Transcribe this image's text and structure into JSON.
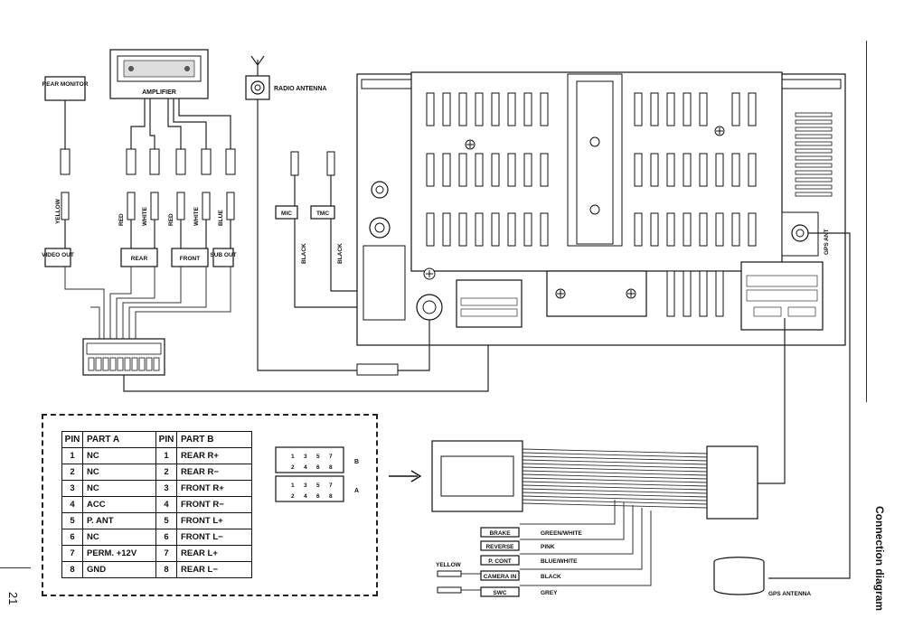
{
  "labels": {
    "rear_monitor": "REAR MONITOR",
    "amplifier": "AMPLIFIER",
    "radio_antenna": "RADIO ANTENNA",
    "yellow": "YELLOW",
    "video_out": "VIDEO OUT",
    "red1": "RED",
    "white1": "WHITE",
    "red2": "RED",
    "white2": "WHITE",
    "blue": "BLUE",
    "rear": "REAR",
    "front": "FRONT",
    "sub_out": "SUB OUT",
    "mic": "MIC",
    "tmc": "TMC",
    "black1": "BLACK",
    "black2": "BLACK",
    "gps_ant": "GPS ANT",
    "connector_b": "B",
    "connector_a": "A",
    "gps_antenna": "GPS ANTENNA"
  },
  "connector_pins": {
    "top": [
      "1",
      "3",
      "5",
      "7",
      "2",
      "4",
      "6",
      "8"
    ],
    "bottom": [
      "1",
      "3",
      "5",
      "7",
      "2",
      "4",
      "6",
      "8"
    ]
  },
  "harness": [
    {
      "name": "BRAKE",
      "color": "GREEN/WHITE"
    },
    {
      "name": "REVERSE",
      "color": "PINK"
    },
    {
      "name": "P. CONT",
      "color": "BLUE/WHITE"
    },
    {
      "name": "CAMERA IN",
      "color": "BLACK",
      "extra": "YELLOW"
    },
    {
      "name": "SWC",
      "color": "GREY"
    }
  ],
  "pin_table": {
    "headers": [
      "PIN",
      "PART A",
      "PIN",
      "PART B"
    ],
    "rows": [
      [
        "1",
        "NC",
        "1",
        "REAR R+"
      ],
      [
        "2",
        "NC",
        "2",
        "REAR R−"
      ],
      [
        "3",
        "NC",
        "3",
        "FRONT R+"
      ],
      [
        "4",
        "ACC",
        "4",
        "FRONT R−"
      ],
      [
        "5",
        "P. ANT",
        "5",
        "FRONT L+"
      ],
      [
        "6",
        "NC",
        "6",
        "FRONT L−"
      ],
      [
        "7",
        "PERM. +12V",
        "7",
        "REAR L+"
      ],
      [
        "8",
        "GND",
        "8",
        "REAR L−"
      ]
    ]
  },
  "side_title": "Connection diagram",
  "page_number": "21"
}
